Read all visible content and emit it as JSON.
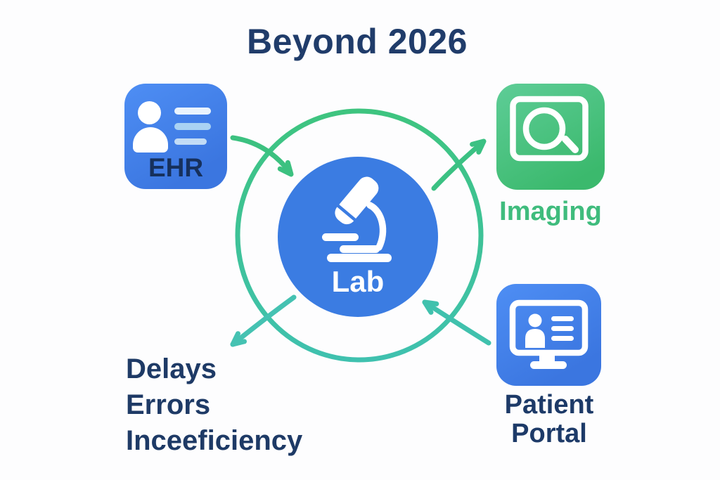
{
  "title": "Beyond 2026",
  "center": {
    "label": "Lab",
    "icon": "microscope-icon",
    "circle_color": "#3b7ce2"
  },
  "nodes": {
    "ehr": {
      "label": "EHR",
      "icon": "patient-record-icon",
      "color": "#3f7ee6"
    },
    "imaging": {
      "label": "Imaging",
      "icon": "scan-lens-icon",
      "color": "#45c182"
    },
    "patient_portal": {
      "label_line1": "Patient",
      "label_line2": "Portal",
      "icon": "monitor-account-icon",
      "color": "#3f7ee6"
    }
  },
  "issues": [
    "Delays",
    "Errors",
    "Inceeficiency"
  ],
  "connections": [
    {
      "from": "EHR",
      "to": "Lab"
    },
    {
      "from": "Lab",
      "to": "Imaging"
    },
    {
      "from": "Patient Portal",
      "to": "Lab"
    },
    {
      "from": "Lab",
      "to": "Delays / Errors / Inceeficiency"
    }
  ],
  "colors": {
    "navy_text": "#1e3a66",
    "blue_accent": "#3f7ee6",
    "green_accent": "#3fbc7d",
    "teal_accent": "#44c2b1",
    "light_line_blue": "#a9d2f3"
  }
}
